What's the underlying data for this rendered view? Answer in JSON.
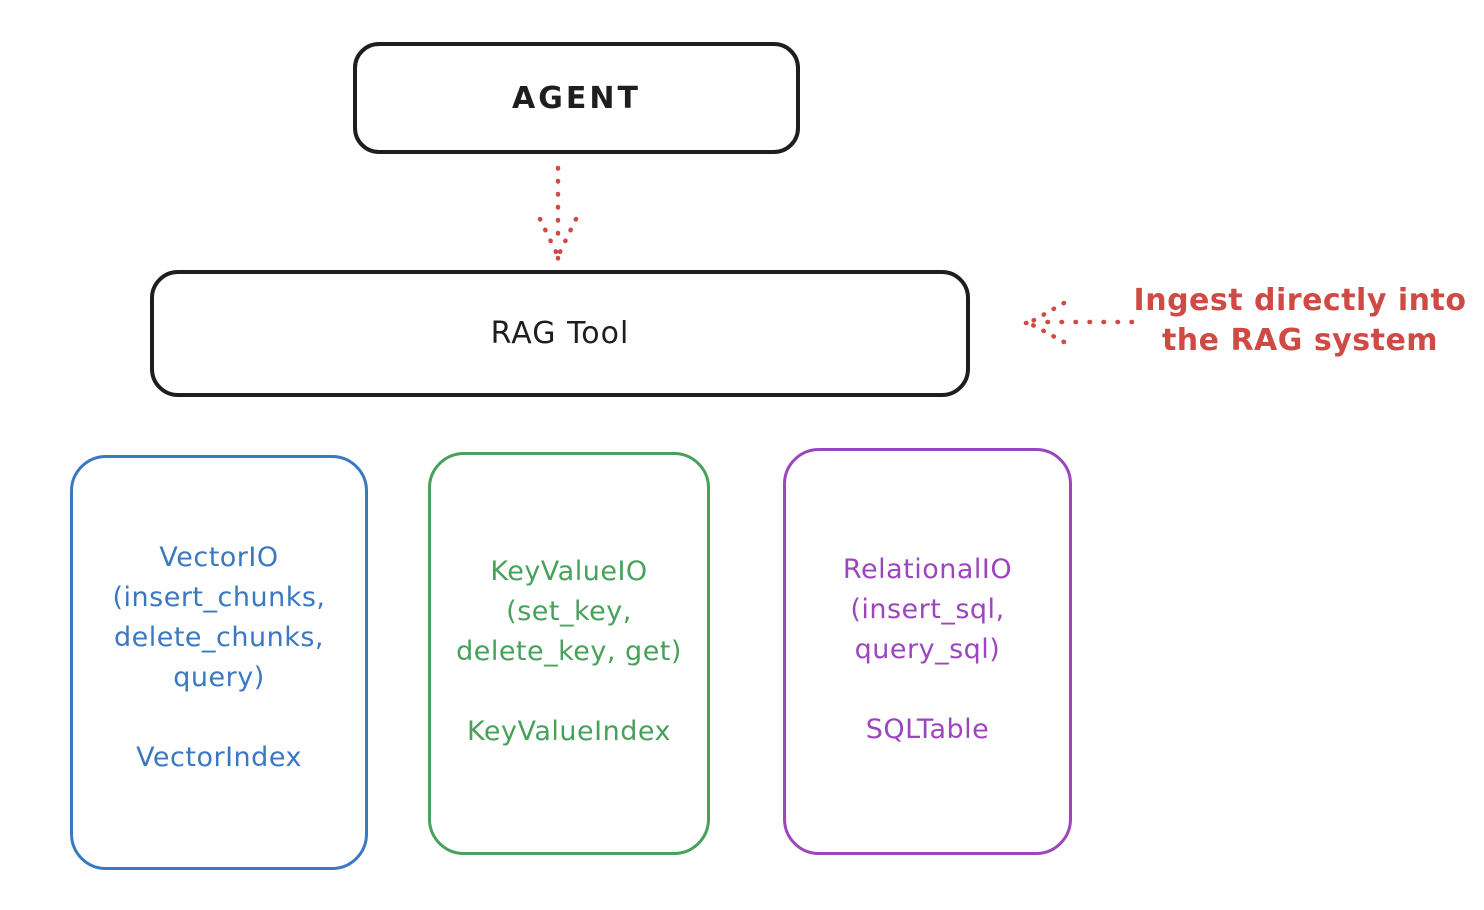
{
  "diagram": {
    "agent": {
      "label": "AGENT"
    },
    "rag_tool": {
      "label": "RAG Tool"
    },
    "annotation": {
      "line1": "Ingest directly into",
      "line2": "the RAG system"
    },
    "stores": [
      {
        "name": "vector-io",
        "lines": [
          "VectorIO",
          "(insert_chunks,",
          "delete_chunks,",
          "query)"
        ],
        "index_label": "VectorIndex"
      },
      {
        "name": "keyvalue-io",
        "lines": [
          "KeyValueIO",
          "(set_key,",
          "delete_key, get)"
        ],
        "index_label": "KeyValueIndex"
      },
      {
        "name": "relational-io",
        "lines": [
          "RelationalIO",
          "(insert_sql,",
          "query_sql)"
        ],
        "index_label": "SQLTable"
      }
    ],
    "arrows": [
      {
        "name": "agent-to-rag",
        "style": "dotted",
        "direction": "down"
      },
      {
        "name": "ingest-into-rag",
        "style": "dotted",
        "direction": "left"
      }
    ]
  },
  "colors": {
    "ink": "#1e1e1e",
    "red": "#cf4a44",
    "blue": "#3a78c2",
    "green": "#47a15a",
    "purple": "#9c46be",
    "background": "#ffffff"
  }
}
